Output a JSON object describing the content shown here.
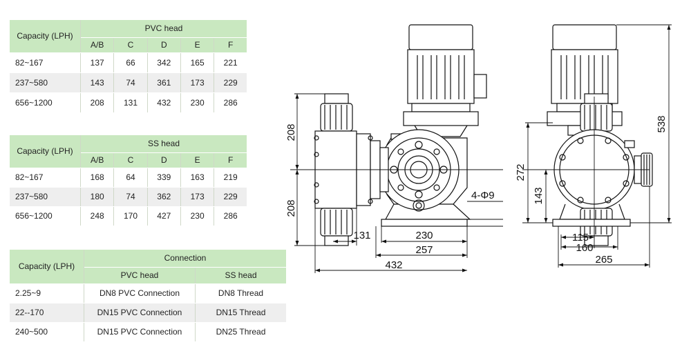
{
  "pvc_table": {
    "capacity_header": "Capacity (LPH)",
    "group_header": "PVC head",
    "columns": [
      "A/B",
      "C",
      "D",
      "E",
      "F"
    ],
    "rows": [
      {
        "capacity": "82~167",
        "values": [
          "137",
          "66",
          "342",
          "165",
          "221"
        ]
      },
      {
        "capacity": "237~580",
        "values": [
          "143",
          "74",
          "361",
          "173",
          "229"
        ]
      },
      {
        "capacity": "656~1200",
        "values": [
          "208",
          "131",
          "432",
          "230",
          "286"
        ]
      }
    ]
  },
  "ss_table": {
    "capacity_header": "Capacity (LPH)",
    "group_header": "SS head",
    "columns": [
      "A/B",
      "C",
      "D",
      "E",
      "F"
    ],
    "rows": [
      {
        "capacity": "82~167",
        "values": [
          "168",
          "64",
          "339",
          "163",
          "219"
        ]
      },
      {
        "capacity": "237~580",
        "values": [
          "180",
          "74",
          "362",
          "173",
          "229"
        ]
      },
      {
        "capacity": "656~1200",
        "values": [
          "248",
          "170",
          "427",
          "230",
          "286"
        ]
      }
    ]
  },
  "connection_table": {
    "capacity_header": "Capacity (LPH)",
    "group_header": "Connection",
    "columns": [
      "PVC head",
      "SS head"
    ],
    "rows": [
      {
        "capacity": "2.25~9",
        "values": [
          "DN8 PVC Connection",
          "DN8 Thread"
        ]
      },
      {
        "capacity": "22--170",
        "values": [
          "DN15 PVC Connection",
          "DN15 Thread"
        ]
      },
      {
        "capacity": "240~500",
        "values": [
          "DN15 PVC Connection",
          "DN25 Thread"
        ]
      }
    ]
  },
  "drawing": {
    "front_view": {
      "dim_upper_height": "208",
      "dim_lower_height": "208",
      "dim_head_offset": "131",
      "dim_base_230": "230",
      "dim_base_257": "257",
      "dim_overall_width": "432",
      "dim_holes": "4-Φ9"
    },
    "side_view": {
      "dim_overall_height": "538",
      "dim_axis_height": "272",
      "dim_143": "143",
      "dim_115": "115",
      "dim_160": "160",
      "dim_overall_width": "265"
    }
  }
}
